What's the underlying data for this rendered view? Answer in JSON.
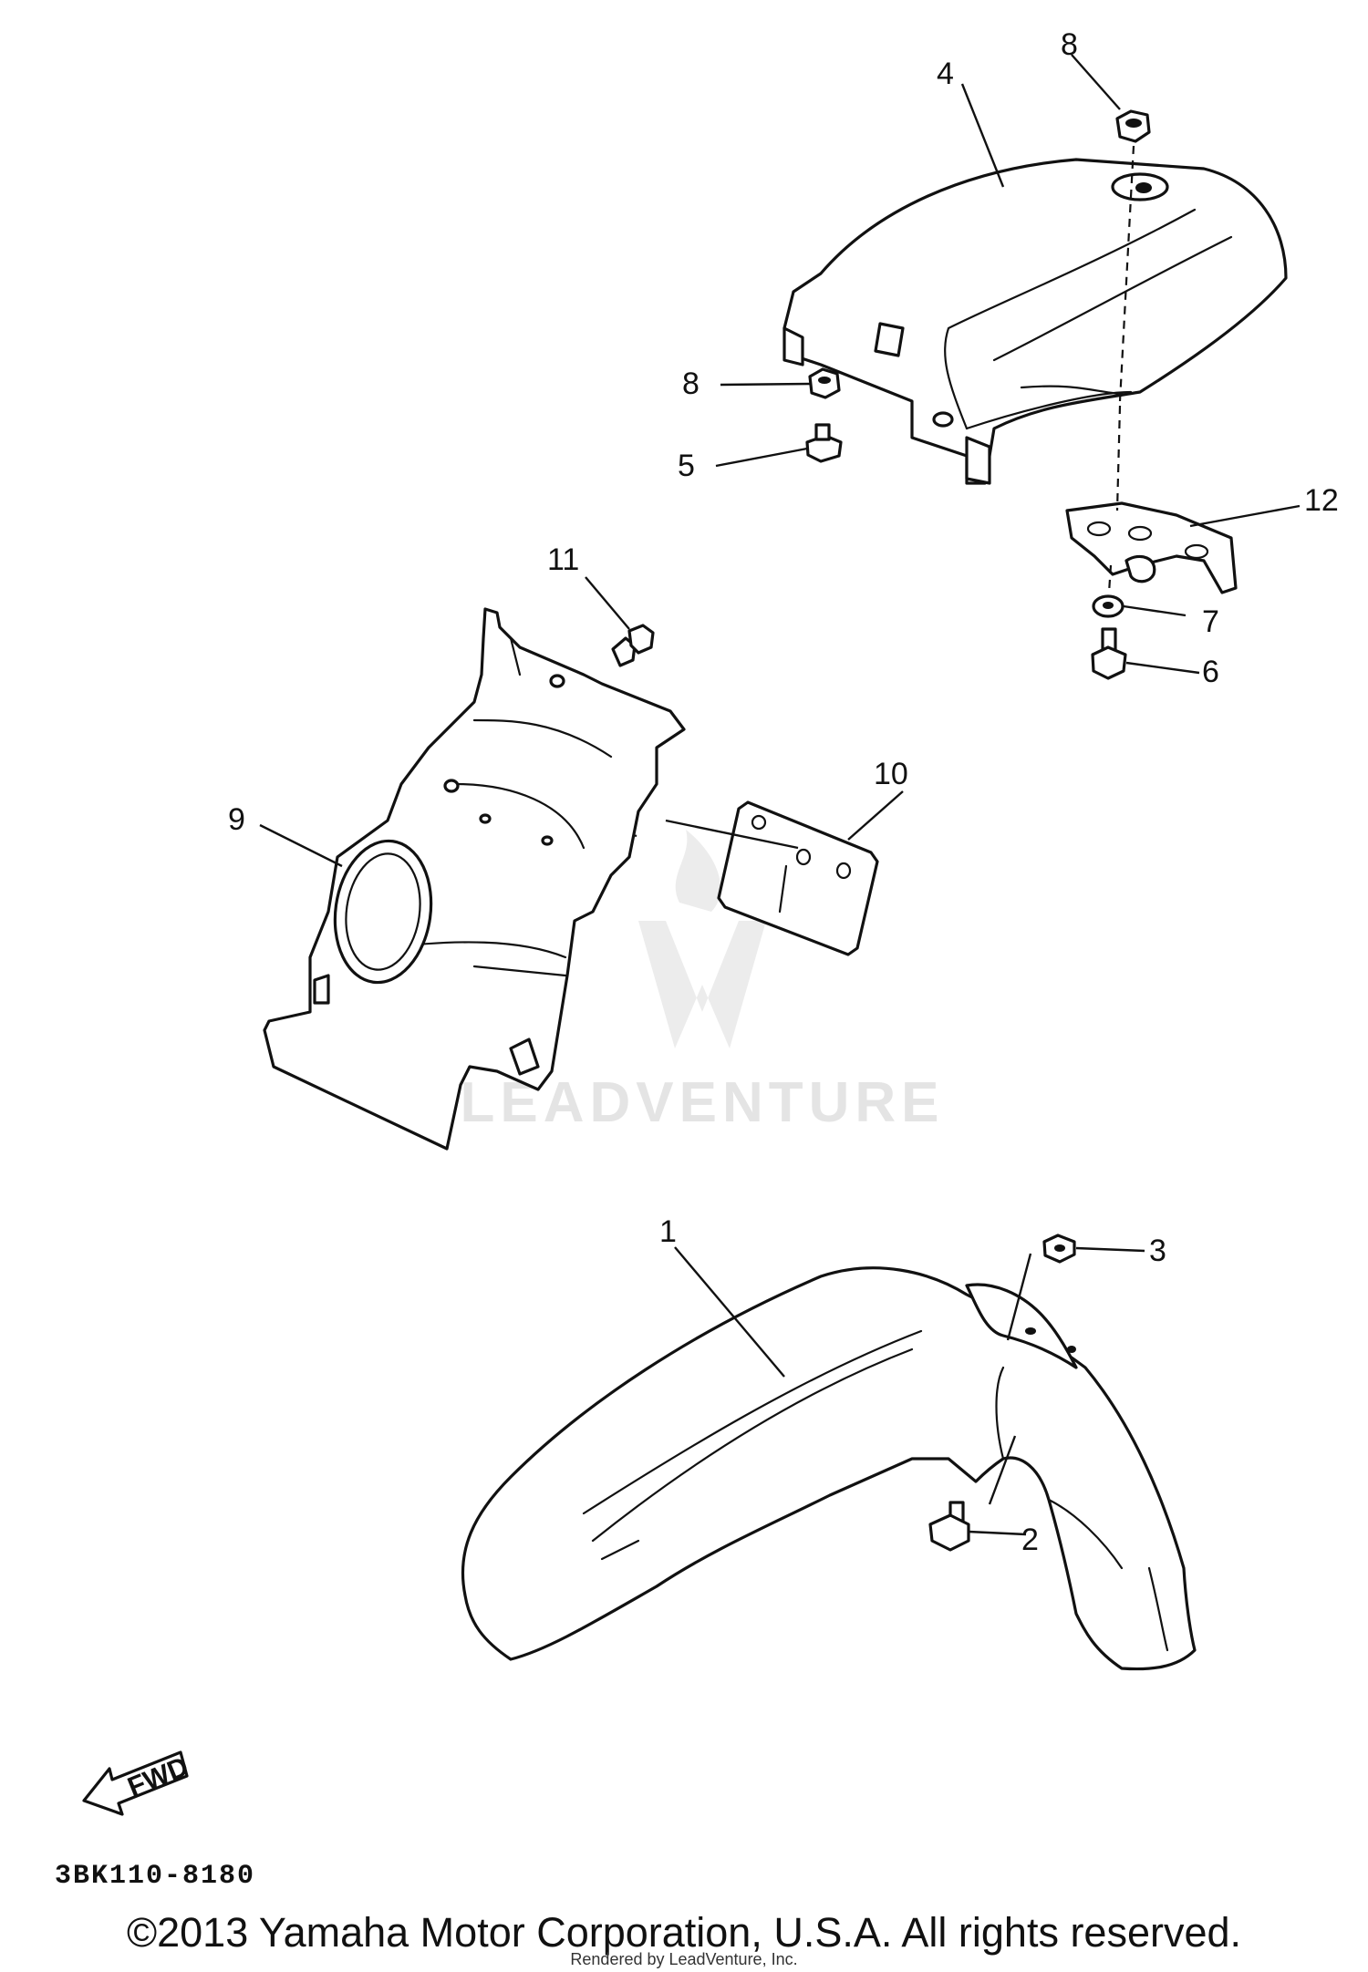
{
  "callouts": {
    "c1": "1",
    "c2": "2",
    "c3": "3",
    "c4": "4",
    "c5": "5",
    "c6": "6",
    "c7": "7",
    "c8a": "8",
    "c8b": "8",
    "c9": "9",
    "c10": "10",
    "c11": "11",
    "c12": "12"
  },
  "diagram_code": "3BK110-8180",
  "direction_arrow": "FWD",
  "watermark": "LEADVENTURE",
  "copyright": "©2013 Yamaha Motor Corporation, U.S.A. All rights reserved.",
  "credit": "Rendered by LeadVenture, Inc."
}
